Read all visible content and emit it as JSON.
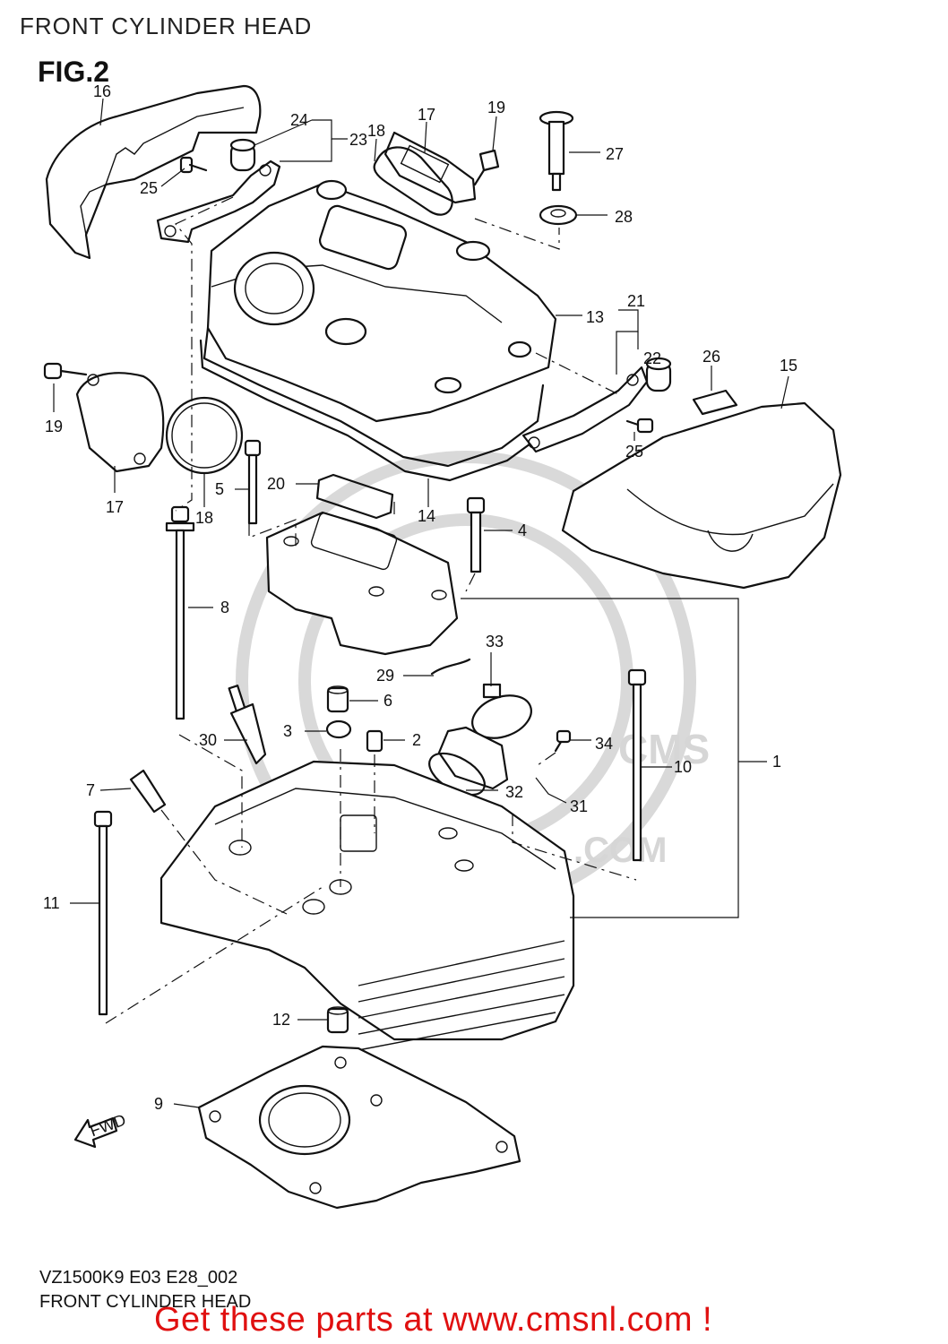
{
  "header": {
    "title": "FRONT CYLINDER HEAD"
  },
  "figure": {
    "label": "FIG.2"
  },
  "footer": {
    "model_code": "VZ1500K9 E03 E28_002",
    "caption": "FRONT CYLINDER HEAD",
    "banner": "Get these parts at www.cmsnl.com !",
    "banner_color": "#e01010"
  },
  "watermark": {
    "text": ".COM",
    "brand": "CMS"
  },
  "fwd_arrow_label": "FWD",
  "callouts": [
    {
      "id": "16"
    },
    {
      "id": "24"
    },
    {
      "id": "23"
    },
    {
      "id": "18"
    },
    {
      "id": "17"
    },
    {
      "id": "19"
    },
    {
      "id": "27"
    },
    {
      "id": "25"
    },
    {
      "id": "28"
    },
    {
      "id": "13"
    },
    {
      "id": "21"
    },
    {
      "id": "22"
    },
    {
      "id": "26"
    },
    {
      "id": "15"
    },
    {
      "id": "19"
    },
    {
      "id": "17"
    },
    {
      "id": "18"
    },
    {
      "id": "5"
    },
    {
      "id": "20"
    },
    {
      "id": "14"
    },
    {
      "id": "4"
    },
    {
      "id": "25"
    },
    {
      "id": "8"
    },
    {
      "id": "33"
    },
    {
      "id": "29"
    },
    {
      "id": "6"
    },
    {
      "id": "1"
    },
    {
      "id": "3"
    },
    {
      "id": "2"
    },
    {
      "id": "30"
    },
    {
      "id": "34"
    },
    {
      "id": "10"
    },
    {
      "id": "7"
    },
    {
      "id": "32"
    },
    {
      "id": "31"
    },
    {
      "id": "11"
    },
    {
      "id": "12"
    },
    {
      "id": "9"
    }
  ]
}
